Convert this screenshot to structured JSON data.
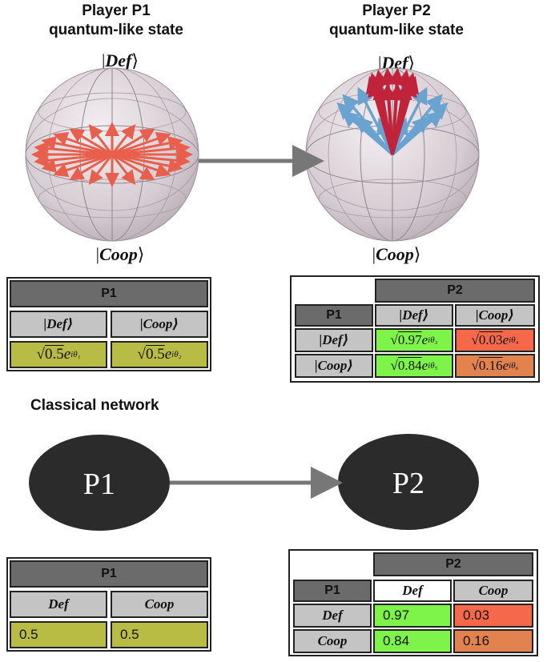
{
  "quantum": {
    "p1_title": "Player P1\nquantum-like state",
    "p2_title": "Player P2\nquantum-like state",
    "p1_top_ket": "Def",
    "p1_bottom_ket": "Coop",
    "p2_top_ket": "Def",
    "p2_bottom_ket": "Coop"
  },
  "quantum_p1_table": {
    "header": "P1",
    "col1": "Def",
    "col2": "Coop",
    "val1_rad": "0.5",
    "val1_exp": "iθ₁",
    "val2_rad": "0.5",
    "val2_exp": "iθ₂"
  },
  "quantum_p2_table": {
    "header": "P2",
    "corner": "P1",
    "col_def": "Def",
    "col_coop": "Coop",
    "row_def": "Def",
    "row_coop": "Coop",
    "dd_rad": "0.97",
    "dd_exp": "iθ₃",
    "dc_rad": "0.03",
    "dc_exp": "iθ₄",
    "cd_rad": "0.84",
    "cd_exp": "iθ₅",
    "cc_rad": "0.16",
    "cc_exp": "iθ₆"
  },
  "classical": {
    "title": "Classical network",
    "node1": "P1",
    "node2": "P2"
  },
  "classical_p1_table": {
    "header": "P1",
    "col1": "Def",
    "col2": "Coop",
    "val1": "0.5",
    "val2": "0.5"
  },
  "classical_p2_table": {
    "header": "P2",
    "corner": "P1",
    "col_def": "Def",
    "col_coop": "Coop",
    "row_def": "Def",
    "row_coop": "Coop",
    "dd": "0.97",
    "dc": "0.03",
    "cd": "0.84",
    "cc": "0.16"
  },
  "colors": {
    "arrow_red": "#e8604d",
    "arrow_dark_red": "#c0233a",
    "arrow_blue": "#6aa3d0",
    "sphere": "#d9cfd6",
    "node_fill": "#2b2b2b",
    "connector": "#777777"
  }
}
